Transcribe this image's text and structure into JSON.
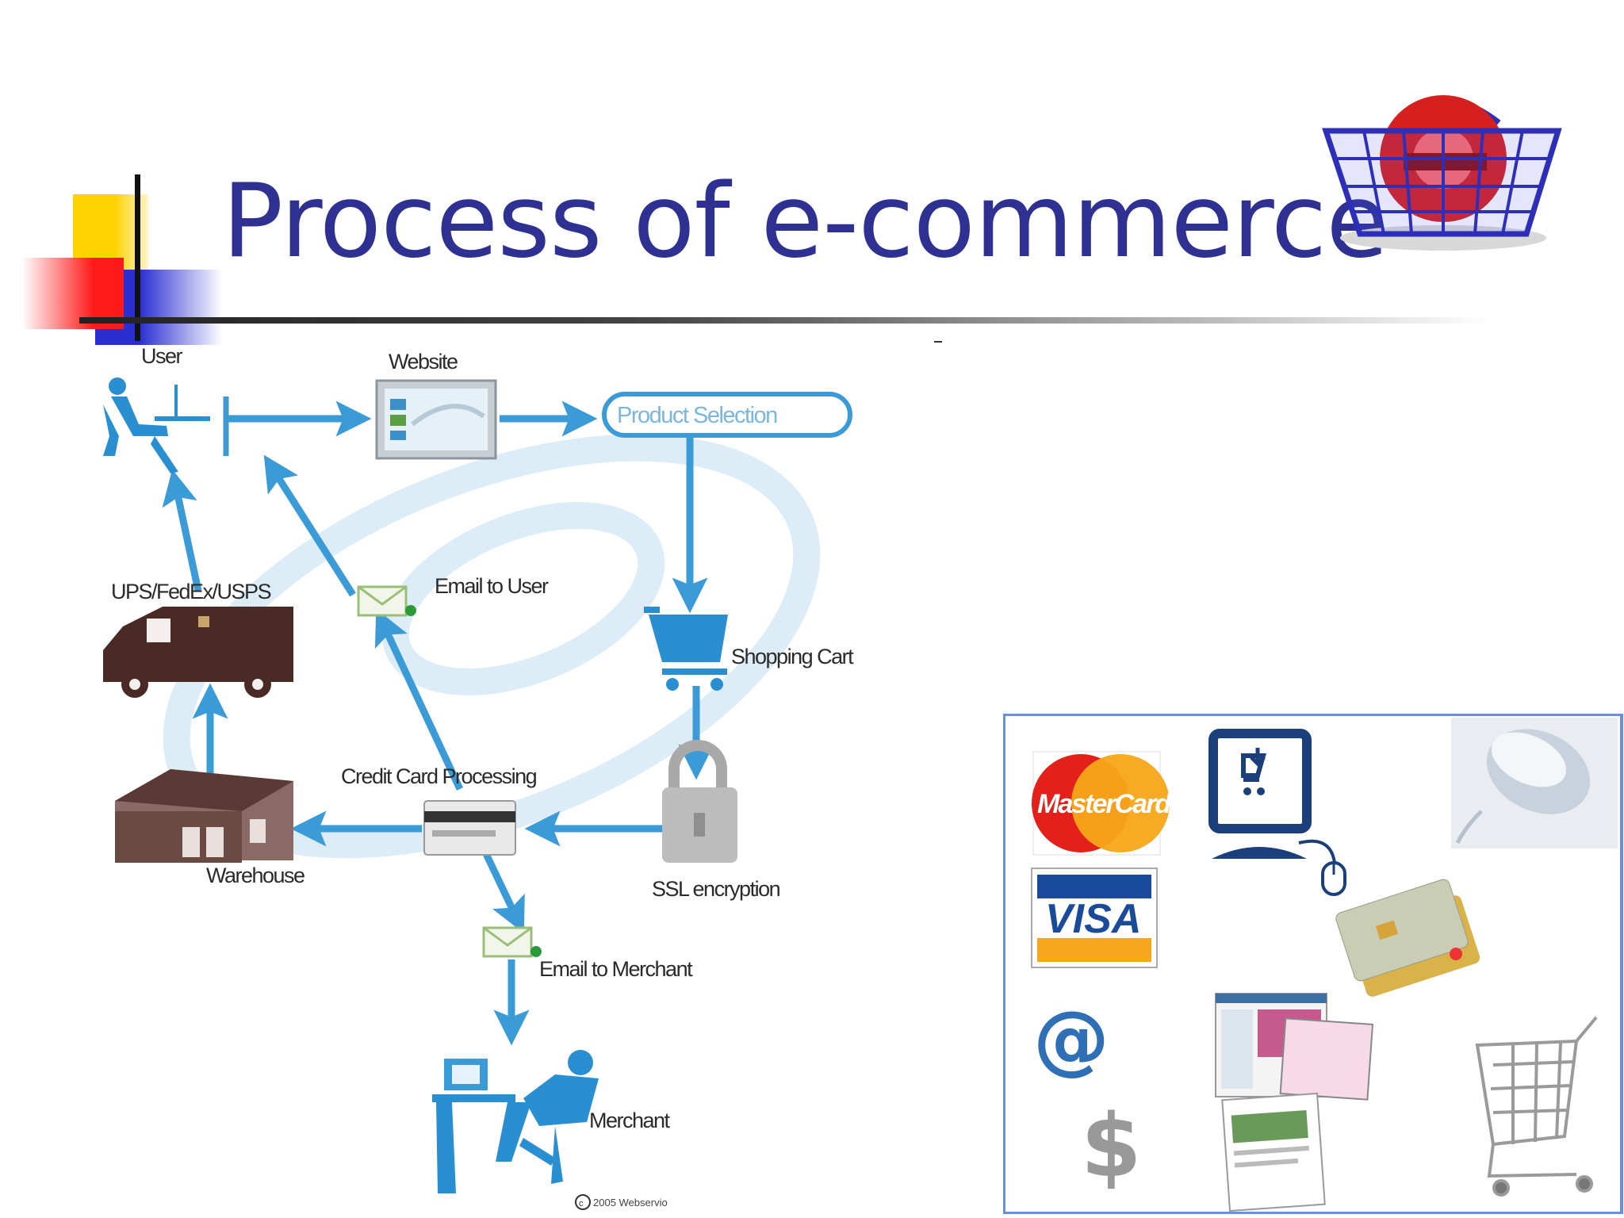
{
  "slide": {
    "title": "Process of e-commerce"
  },
  "flow": {
    "nodes": {
      "user": "User",
      "website": "Website",
      "product_selection": "Product Selection",
      "shopping_cart": "Shopping Cart",
      "ssl": "SSL encryption",
      "credit_card": "Credit Card Processing",
      "email_user": "Email to User",
      "email_merchant": "Email to Merchant",
      "shipping": "UPS/FedEx/USPS",
      "warehouse": "Warehouse",
      "merchant": "Merchant"
    },
    "copyright": "2005 Webservio",
    "edges": [
      [
        "user",
        "website"
      ],
      [
        "website",
        "product_selection"
      ],
      [
        "product_selection",
        "shopping_cart"
      ],
      [
        "shopping_cart",
        "ssl"
      ],
      [
        "ssl",
        "credit_card"
      ],
      [
        "credit_card",
        "warehouse"
      ],
      [
        "credit_card",
        "email_user"
      ],
      [
        "email_user",
        "user"
      ],
      [
        "credit_card",
        "email_merchant"
      ],
      [
        "email_merchant",
        "merchant"
      ],
      [
        "warehouse",
        "shipping"
      ],
      [
        "shipping",
        "user"
      ]
    ]
  },
  "collage": {
    "mastercard": "MasterCard",
    "visa": "VISA",
    "at_symbol": "@",
    "dollar_symbol": "$"
  },
  "colors": {
    "title": "#2e3192",
    "arrow": "#3b9bd6",
    "figure": "#2a8fd0",
    "truck": "#4a2a24"
  }
}
